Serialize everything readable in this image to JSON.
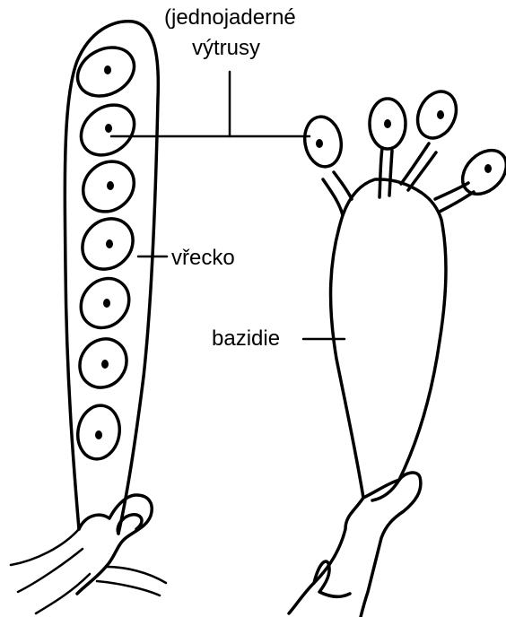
{
  "labels": {
    "spores_line1": "(jednojaderné",
    "spores_line2": "výtrusy",
    "ascus": "vřecko",
    "basidium": "bazidie"
  },
  "colors": {
    "ink": "#000000",
    "background": "#ffffff"
  }
}
